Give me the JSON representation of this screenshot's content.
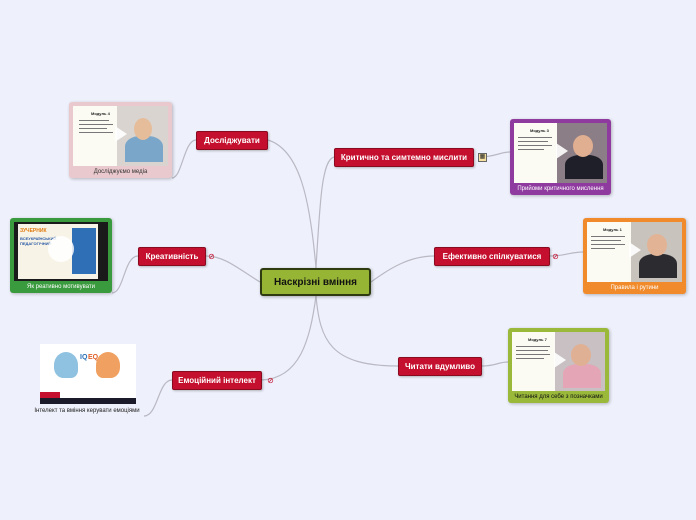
{
  "central": {
    "label": "Наскрізні вміння"
  },
  "branches": [
    {
      "id": "doslidzhuvaty",
      "label": "Досліджувати",
      "caption": "Досліджуємо медіа",
      "card_color": "#e9c9cd",
      "caption_color": "#333333",
      "slide_title": "Модуль 4",
      "icon": "video-icon"
    },
    {
      "id": "krytychno",
      "label": "Критично та симтемно мислити",
      "caption": "Прийоми критичного мислення",
      "card_color": "#8e3a9e",
      "caption_color": "#ffffff",
      "slide_title": "Модуль 3",
      "icon": "table-icon"
    },
    {
      "id": "kreatyvnist",
      "label": "Креативність",
      "caption": "Як реативно мотивувати",
      "card_color": "#3a9a3e",
      "caption_color": "#ffffff",
      "slide_title": "",
      "icon": "link-icon"
    },
    {
      "id": "efektyvno",
      "label": "Ефективно спілкуватися",
      "caption": "Правила і рутини",
      "card_color": "#f08a2a",
      "caption_color": "#ffffff",
      "slide_title": "Модуль 1",
      "icon": "link-icon"
    },
    {
      "id": "emotsiinyi",
      "label": "Емоційний інтелект",
      "caption": "Інтелект та вміння керувати емоціями",
      "card_color": "#ffffff",
      "caption_color": "#222222",
      "slide_title": "",
      "icon": "link-icon"
    },
    {
      "id": "chytaty",
      "label": "Читати вдумливо",
      "caption": "Читання для себе з позначками",
      "card_color": "#9ab83a",
      "caption_color": "#111111",
      "slide_title": "Модуль 7",
      "icon": "link-icon"
    }
  ],
  "image_texts": {
    "iq": "IQ",
    "eq": "EQ",
    "creative_banner": "ЗУЧЕРНИК",
    "creative_sub": "ВСЕУКРАЇНСЬКИЙ ПЕДАГОГІЧНИЙ"
  },
  "colors": {
    "background": "#eef0fb",
    "node": "#c4102e",
    "central": "#97b535",
    "connector": "#b9b9c4"
  }
}
